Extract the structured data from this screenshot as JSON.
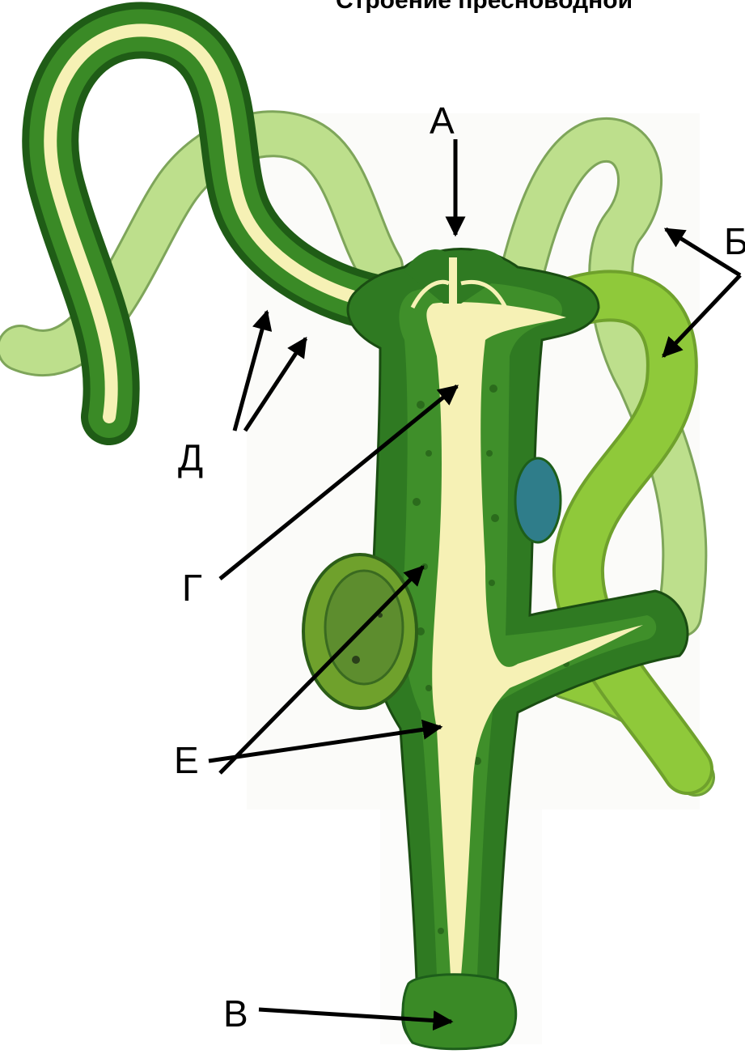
{
  "title": "Строение пресноводной",
  "labels": {
    "a": "А",
    "b": "Б",
    "v": "В",
    "g": "Г",
    "d": "Д",
    "e": "Е"
  },
  "colors": {
    "ectoderm": "#2f7a22",
    "ectoderm_dark": "#1f5c16",
    "endoderm": "#3f8f2a",
    "cavity": "#f6f1b5",
    "tentacle_light": "#b9dc86",
    "tentacle_bright": "#8fc93a",
    "bud": "#9ccc54",
    "gonad_blue": "#2f7d8a",
    "arrow": "#000000"
  }
}
